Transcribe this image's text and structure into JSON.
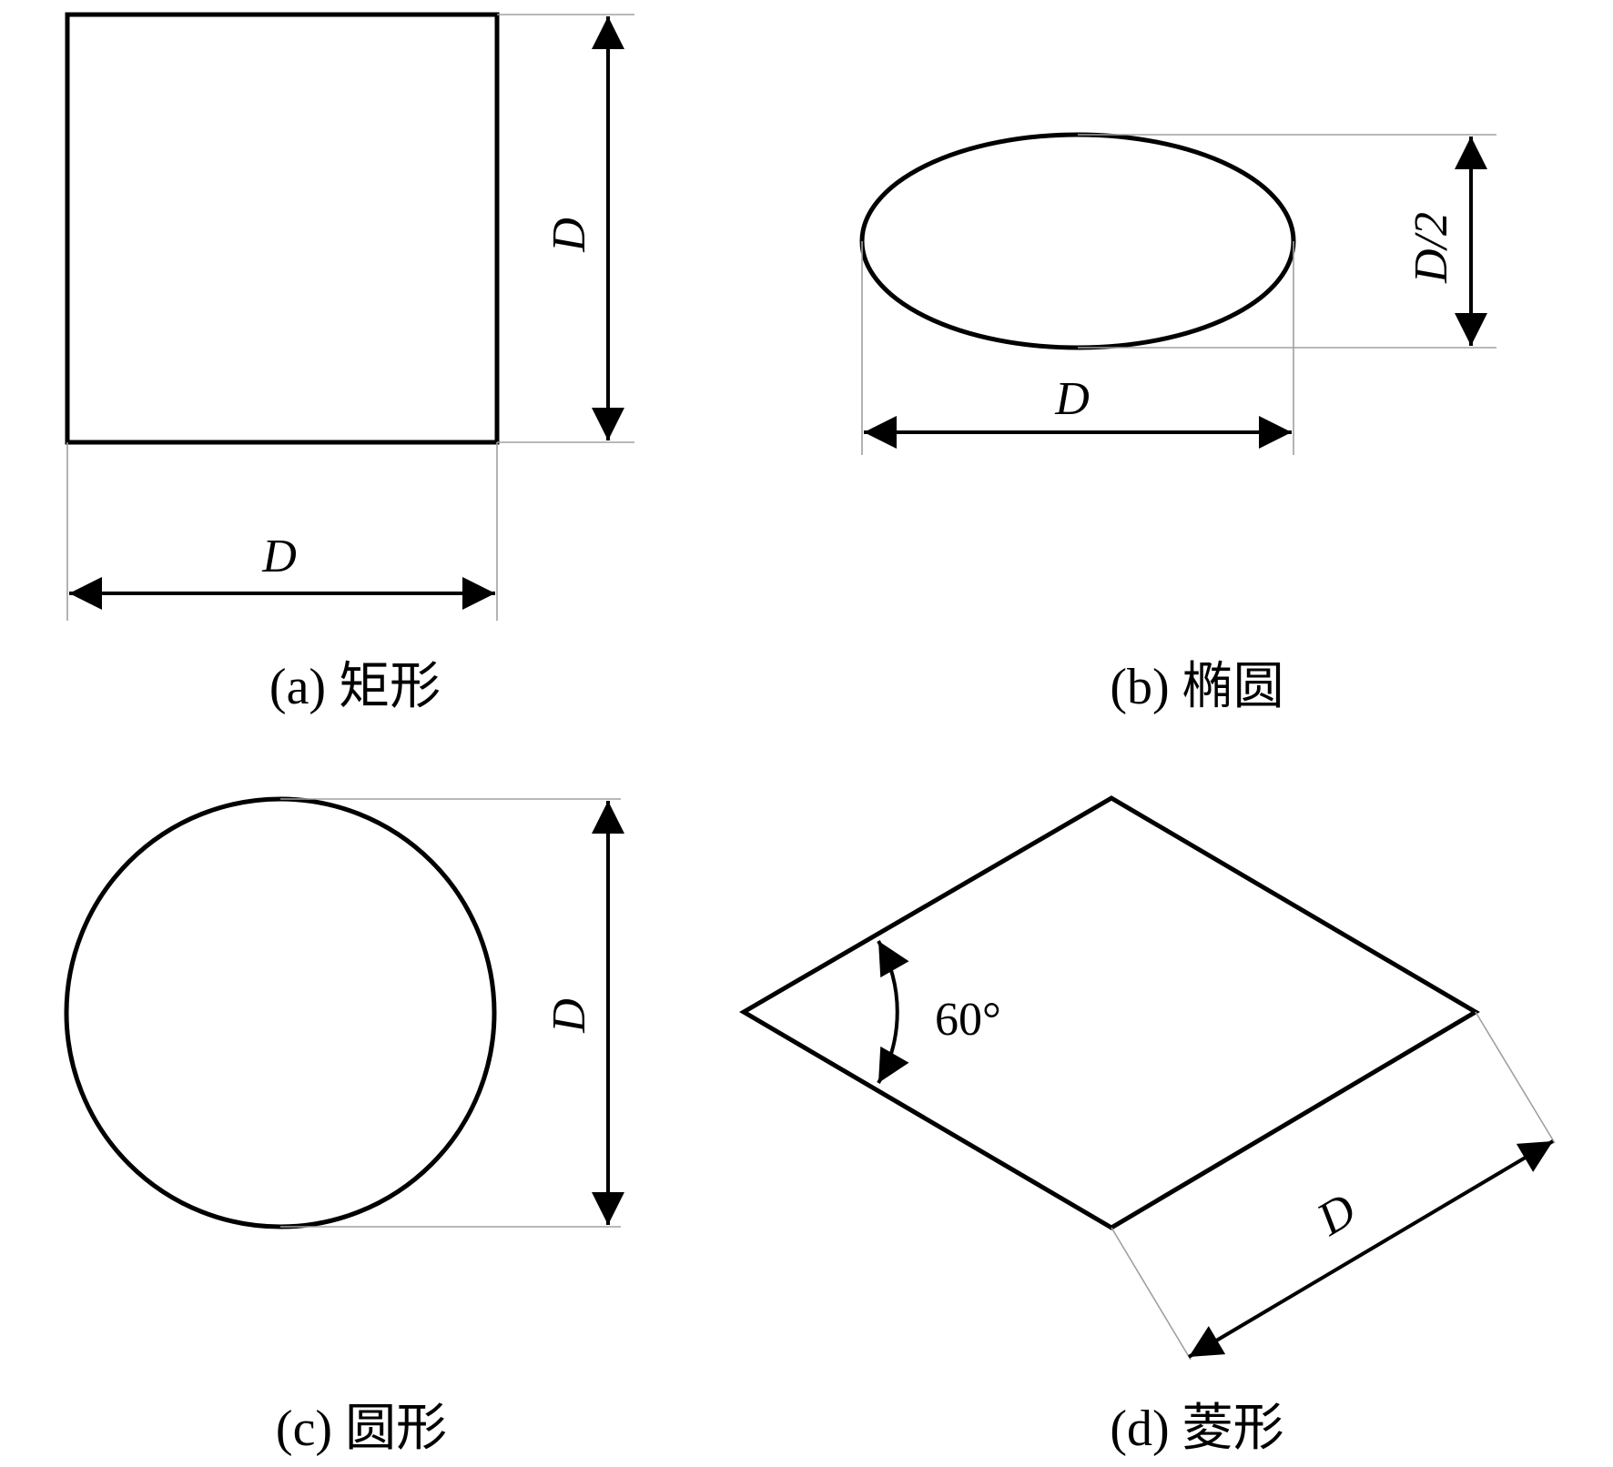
{
  "panels": {
    "a": {
      "caption": "(a) 矩形",
      "width_label": "D",
      "height_label": "D"
    },
    "b": {
      "caption": "(b) 椭圆",
      "width_label": "D",
      "height_label": "D/2"
    },
    "c": {
      "caption": "(c) 圆形",
      "diameter_label": "D"
    },
    "d": {
      "caption": "(d) 菱形",
      "angle_label": "60°",
      "side_label": "D"
    }
  },
  "colors": {
    "line": "#000000",
    "extension_line": "#a0a0a0"
  }
}
